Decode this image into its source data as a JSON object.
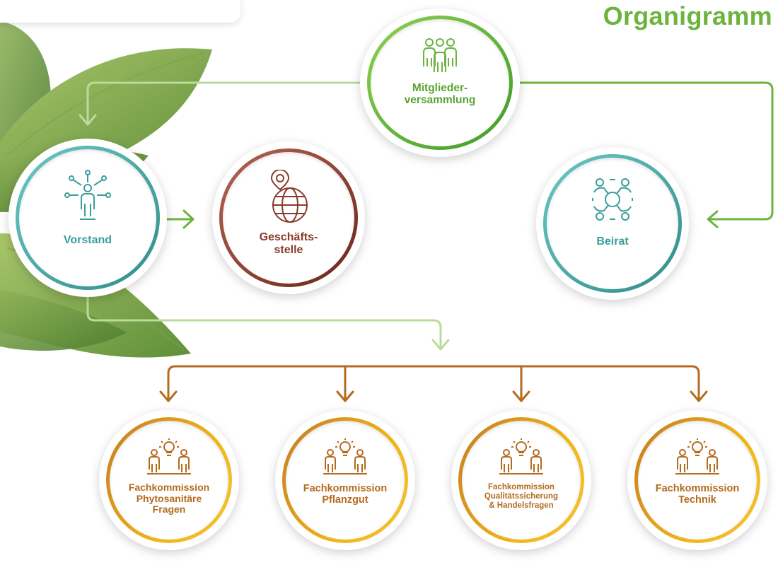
{
  "title": "Organigramm",
  "colors": {
    "green": "#6cb33f",
    "teal": "#3a9e9a",
    "brown": "#8a3a2c",
    "gold": "#c47a22",
    "light_green_arrow": "#b9dc9a"
  },
  "nodes": {
    "mitglieder": {
      "label": "Mitglieder-\nversammlung",
      "icon": "group-people-icon"
    },
    "vorstand": {
      "label": "Vorstand",
      "icon": "network-person-icon"
    },
    "geschaeftsstelle": {
      "label": "Geschäfts-\nstelle",
      "icon": "globe-location-gear-icon"
    },
    "beirat": {
      "label": "Beirat",
      "icon": "team-circle-icon"
    },
    "fk1": {
      "label": "Fachkommission\nPhytosanitäre\nFragen",
      "icon": "people-idea-icon"
    },
    "fk2": {
      "label": "Fachkommission\nPflanzgut",
      "icon": "people-idea-icon"
    },
    "fk3": {
      "label": "Fachkommission\nQualitätssicherung\n& Handelsfragen",
      "icon": "people-idea-icon"
    },
    "fk4": {
      "label": "Fachkommission\nTechnik",
      "icon": "people-idea-icon"
    }
  }
}
